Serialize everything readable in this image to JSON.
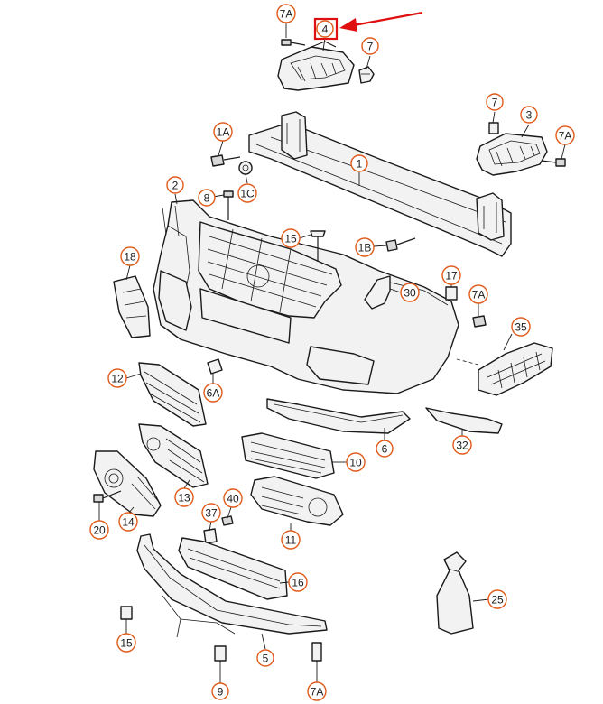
{
  "colors": {
    "callout_ring": "#e05a1a",
    "highlight": "#e01010",
    "line": "#1a1a1a",
    "part_fill": "#f2f2f2"
  },
  "callouts": [
    {
      "id": "c-7a-top",
      "label": "7A"
    },
    {
      "id": "c-4",
      "label": "4"
    },
    {
      "id": "c-7-top",
      "label": "7"
    },
    {
      "id": "c-7-right",
      "label": "7"
    },
    {
      "id": "c-3",
      "label": "3"
    },
    {
      "id": "c-7a-right",
      "label": "7A"
    },
    {
      "id": "c-1a",
      "label": "1A"
    },
    {
      "id": "c-1",
      "label": "1"
    },
    {
      "id": "c-1c",
      "label": "1C"
    },
    {
      "id": "c-2",
      "label": "2"
    },
    {
      "id": "c-8",
      "label": "8"
    },
    {
      "id": "c-15-mid",
      "label": "15"
    },
    {
      "id": "c-1b",
      "label": "1B"
    },
    {
      "id": "c-18",
      "label": "18"
    },
    {
      "id": "c-30",
      "label": "30"
    },
    {
      "id": "c-17",
      "label": "17"
    },
    {
      "id": "c-7a-mid",
      "label": "7A"
    },
    {
      "id": "c-35",
      "label": "35"
    },
    {
      "id": "c-12",
      "label": "12"
    },
    {
      "id": "c-6a",
      "label": "6A"
    },
    {
      "id": "c-6",
      "label": "6"
    },
    {
      "id": "c-32",
      "label": "32"
    },
    {
      "id": "c-10",
      "label": "10"
    },
    {
      "id": "c-13",
      "label": "13"
    },
    {
      "id": "c-20",
      "label": "20"
    },
    {
      "id": "c-14",
      "label": "14"
    },
    {
      "id": "c-40",
      "label": "40"
    },
    {
      "id": "c-37",
      "label": "37"
    },
    {
      "id": "c-11",
      "label": "11"
    },
    {
      "id": "c-16",
      "label": "16"
    },
    {
      "id": "c-25",
      "label": "25"
    },
    {
      "id": "c-15-bottom",
      "label": "15"
    },
    {
      "id": "c-5",
      "label": "5"
    },
    {
      "id": "c-9",
      "label": "9"
    },
    {
      "id": "c-7a-bottom",
      "label": "7A"
    }
  ]
}
